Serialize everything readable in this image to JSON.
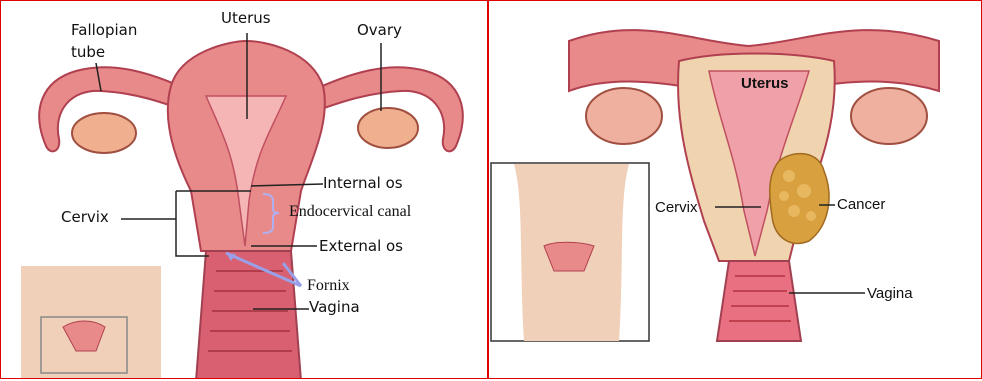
{
  "left": {
    "labels": {
      "fallopian_tube": "Fallopian\ntube",
      "uterus": "Uterus",
      "ovary": "Ovary",
      "internal_os": "Internal os",
      "endocervical_canal": "Endocervical canal",
      "cervix": "Cervix",
      "external_os": "External os",
      "fornix": "Fornix",
      "vagina": "Vagina"
    }
  },
  "right": {
    "labels": {
      "uterus": "Uterus",
      "cervix": "Cervix",
      "cancer": "Cancer",
      "vagina": "Vagina"
    }
  },
  "colors": {
    "border": "#e00000",
    "tissue": "#e88a8a",
    "tissue_dark": "#c8505a",
    "lining": "#f5b5b5",
    "skin": "#f0d0b8",
    "tumor": "#d9a040",
    "leader": "#222222",
    "fornix_arrow": "#9aa0e8"
  }
}
